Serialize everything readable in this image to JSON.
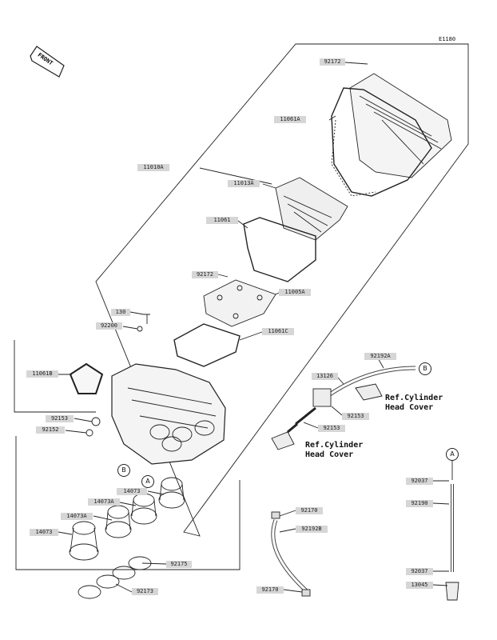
{
  "diagram_code": "E1180",
  "front_label": "FRONT",
  "part_labels": [
    {
      "id": "92172-top",
      "text": "92172"
    },
    {
      "id": "11061A",
      "text": "11061A"
    },
    {
      "id": "11010A",
      "text": "11010A"
    },
    {
      "id": "11013A",
      "text": "11013A"
    },
    {
      "id": "11061",
      "text": "11061"
    },
    {
      "id": "92172-mid",
      "text": "92172"
    },
    {
      "id": "11005A",
      "text": "11005A"
    },
    {
      "id": "130",
      "text": "130"
    },
    {
      "id": "92200",
      "text": "92200"
    },
    {
      "id": "11061C",
      "text": "11061C"
    },
    {
      "id": "11061B",
      "text": "11061B"
    },
    {
      "id": "92153-a",
      "text": "92153"
    },
    {
      "id": "92152",
      "text": "92152"
    },
    {
      "id": "14073-a",
      "text": "14073"
    },
    {
      "id": "14073A-a",
      "text": "14073A"
    },
    {
      "id": "14073A-b",
      "text": "14073A"
    },
    {
      "id": "14073-b",
      "text": "14073"
    },
    {
      "id": "92175",
      "text": "92175"
    },
    {
      "id": "92173",
      "text": "92173"
    },
    {
      "id": "92192A",
      "text": "92192A"
    },
    {
      "id": "13126",
      "text": "13126"
    },
    {
      "id": "92153-b",
      "text": "92153"
    },
    {
      "id": "92153-c",
      "text": "92153"
    },
    {
      "id": "92170-a",
      "text": "92170"
    },
    {
      "id": "92192B",
      "text": "92192B"
    },
    {
      "id": "92170-b",
      "text": "92170"
    },
    {
      "id": "92037-a",
      "text": "92037"
    },
    {
      "id": "92190",
      "text": "92190"
    },
    {
      "id": "92037-b",
      "text": "92037"
    },
    {
      "id": "13045",
      "text": "13045"
    }
  ],
  "references": [
    {
      "id": "ref1",
      "text": "Ref.Cylinder\nHead Cover"
    },
    {
      "id": "ref2",
      "text": "Ref.Cylinder\nHead Cover"
    }
  ],
  "connectors": {
    "A": "A",
    "B": "B"
  }
}
